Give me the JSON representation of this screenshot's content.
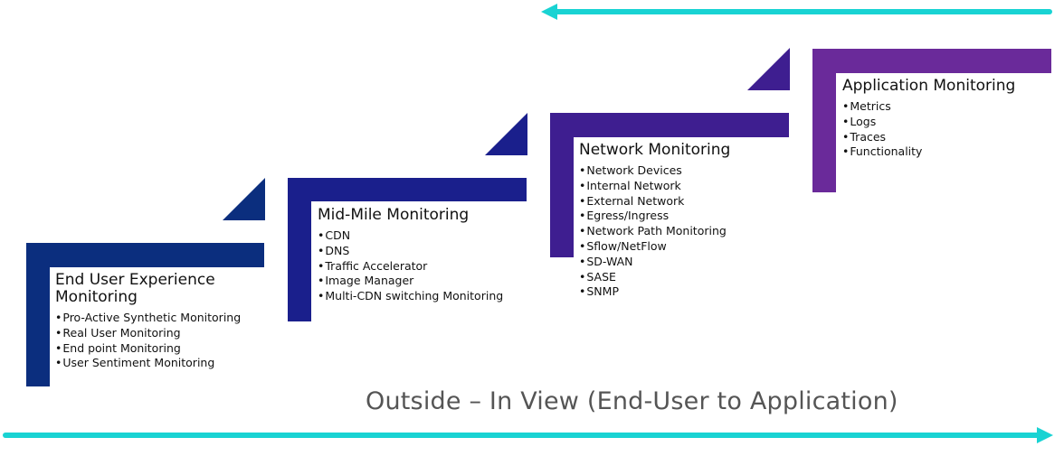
{
  "colors": {
    "arrow": "#19D3D3",
    "stage1": "#0B2E7E",
    "stage2": "#1A1F8C",
    "stage3": "#3E1E90",
    "stage4": "#6A2A9A"
  },
  "top_arrow": {
    "direction": "left",
    "icon": "arrow-left-icon"
  },
  "bottom_arrow": {
    "direction": "right",
    "icon": "arrow-right-icon"
  },
  "caption": "Outside – In View (End-User to Application)",
  "stages": [
    {
      "title_line1": "End User Experience",
      "title_line2": "Monitoring",
      "items": [
        "Pro-Active Synthetic Monitoring",
        "Real User Monitoring",
        "End point Monitoring",
        "User Sentiment Monitoring"
      ]
    },
    {
      "title_line1": "Mid-Mile Monitoring",
      "title_line2": "",
      "items": [
        "CDN",
        "DNS",
        "Traffic Accelerator",
        "Image Manager",
        "Multi-CDN switching Monitoring"
      ]
    },
    {
      "title_line1": "Network Monitoring",
      "title_line2": "",
      "items": [
        "Network Devices",
        "Internal Network",
        "External Network",
        "Egress/Ingress",
        "Network Path Monitoring",
        "Sflow/NetFlow",
        "SD-WAN",
        "SASE",
        "SNMP"
      ]
    },
    {
      "title_line1": "Application Monitoring",
      "title_line2": "",
      "items": [
        "Metrics",
        "Logs",
        "Traces",
        "Functionality"
      ]
    }
  ]
}
